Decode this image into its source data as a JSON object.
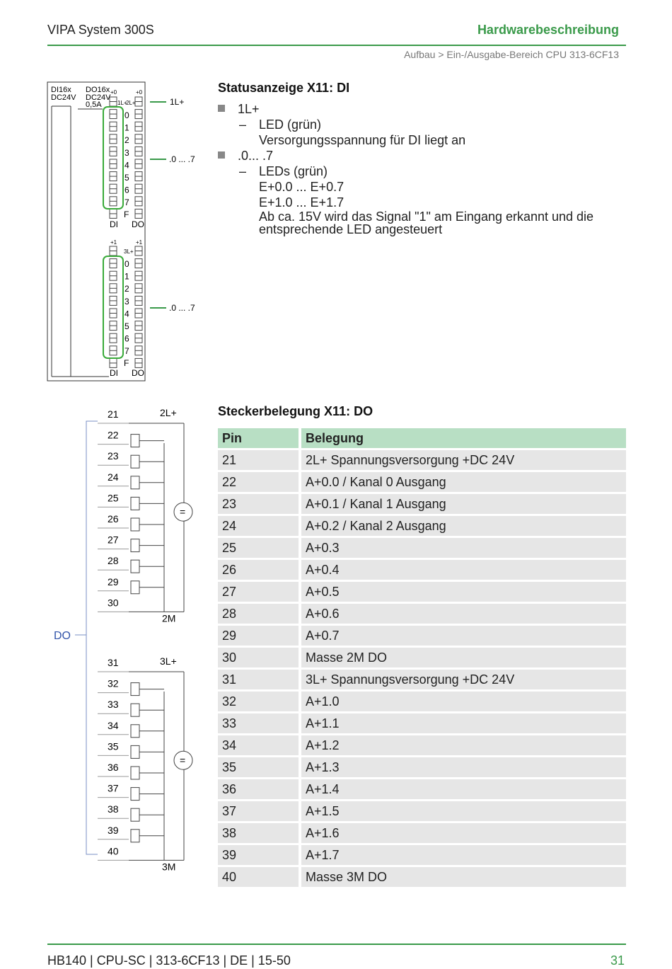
{
  "header": {
    "left": "VIPA System 300S",
    "right": "Hardwarebeschreibung",
    "breadcrumb": "Aufbau > Ein-/Ausgabe-Bereich CPU 313-6CF13"
  },
  "module": {
    "di_label_a": "DI16x",
    "di_label_b": "DC24V",
    "do_label_a": "DO16x",
    "do_label_b": "DC24V",
    "do_label_c": "0,5A",
    "plus0": "+0",
    "plus1": "+1",
    "l1": "1L+",
    "l2": "2L+",
    "l3": "3L+",
    "channels": [
      "0",
      "1",
      "2",
      "3",
      "4",
      "5",
      "6",
      "7"
    ],
    "f": "F",
    "di": "DI",
    "do": "DO",
    "callout_1l": "1L+",
    "callout_range_top": ".0 ... .7",
    "callout_range_bottom": ".0 ... .7"
  },
  "status": {
    "title": "Statusanzeige X11: DI",
    "item1": "1L+",
    "item1_dash": "LED (grün)",
    "item1_text": "Versorgungsspannung für DI liegt an",
    "item2": ".0... .7",
    "item2_dash": "LEDs (grün)",
    "item2_lines": [
      "E+0.0 ... E+0.7",
      "E+1.0 ... E+1.7",
      "Ab ca. 15V wird das Signal \"1\" am Eingang erkannt und die",
      "entsprechende LED angesteuert"
    ]
  },
  "connector": {
    "top_pins": [
      "21",
      "22",
      "23",
      "24",
      "25",
      "26",
      "27",
      "28",
      "29",
      "30"
    ],
    "bottom_pins": [
      "31",
      "32",
      "33",
      "34",
      "35",
      "36",
      "37",
      "38",
      "39",
      "40"
    ],
    "top_supply": "2L+",
    "top_ground": "2M",
    "bottom_supply": "3L+",
    "bottom_ground": "3M",
    "eq": "=",
    "do_label": "DO"
  },
  "pinout": {
    "title": "Steckerbelegung X11: DO",
    "headers": [
      "Pin",
      "Belegung"
    ],
    "rows": [
      [
        "21",
        "2L+ Spannungsversorgung +DC 24V"
      ],
      [
        "22",
        "A+0.0 / Kanal 0 Ausgang"
      ],
      [
        "23",
        "A+0.1 / Kanal 1 Ausgang"
      ],
      [
        "24",
        "A+0.2 / Kanal 2 Ausgang"
      ],
      [
        "25",
        "A+0.3"
      ],
      [
        "26",
        "A+0.4"
      ],
      [
        "27",
        "A+0.5"
      ],
      [
        "28",
        "A+0.6"
      ],
      [
        "29",
        "A+0.7"
      ],
      [
        "30",
        "Masse 2M DO"
      ],
      [
        "31",
        "3L+ Spannungsversorgung +DC 24V"
      ],
      [
        "32",
        "A+1.0"
      ],
      [
        "33",
        "A+1.1"
      ],
      [
        "34",
        "A+1.2"
      ],
      [
        "35",
        "A+1.3"
      ],
      [
        "36",
        "A+1.4"
      ],
      [
        "37",
        "A+1.5"
      ],
      [
        "38",
        "A+1.6"
      ],
      [
        "39",
        "A+1.7"
      ],
      [
        "40",
        "Masse 3M DO"
      ]
    ]
  },
  "footer": {
    "left": "HB140 | CPU-SC | 313-6CF13 | DE | 15-50",
    "page": "31"
  },
  "colors": {
    "accent": "#3a9a4a",
    "table_header": "#b8dfc4",
    "table_row": "#e6e6e6",
    "do_blue": "#3355aa"
  }
}
